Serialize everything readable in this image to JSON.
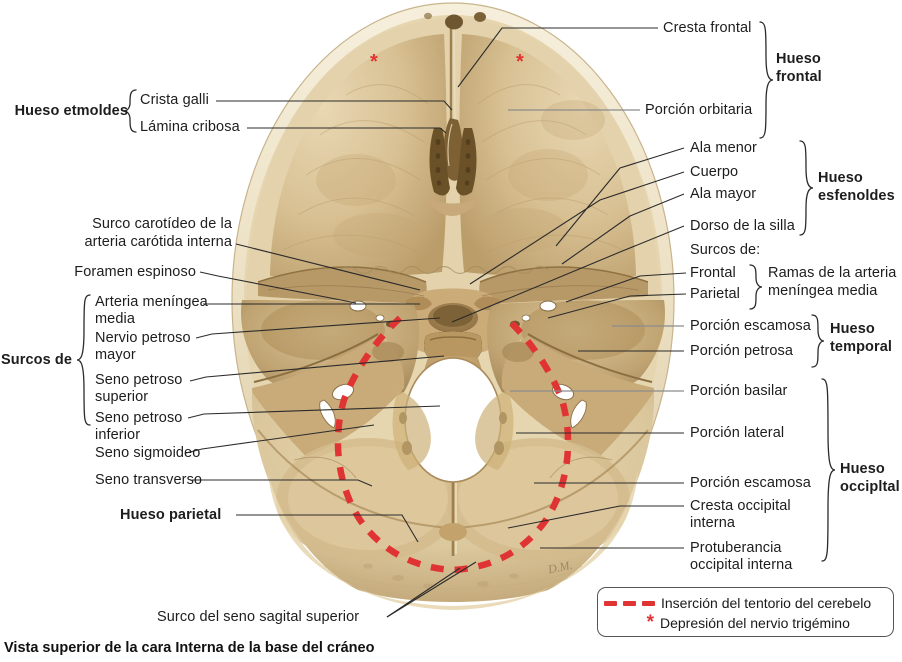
{
  "caption": "Vista superior de la cara Interna de la base del cráneo",
  "colors": {
    "red_dashed": "#e03434",
    "leader": "#2b2b2b",
    "leader_grey": "#8c8c8c",
    "bone_light": "#efe3c6",
    "bone_mid": "#d9c295",
    "bone_dark": "#a98b5c",
    "text": "#1d1d1d"
  },
  "groups": {
    "etmoides": {
      "title": "Hueso etmoldes",
      "side": "left"
    },
    "frontal": {
      "title_line1": "Hueso",
      "title_line2": "frontal",
      "side": "right"
    },
    "esfenoides": {
      "title_line1": "Hueso",
      "title_line2": "esfenoldes",
      "side": "right"
    },
    "temporal": {
      "title_line1": "Hueso",
      "title_line2": "temporal",
      "side": "right"
    },
    "occipital": {
      "title_line1": "Hueso",
      "title_line2": "occipltal",
      "side": "right"
    },
    "surcos_de_left": {
      "title": "Surcos de",
      "side": "left"
    },
    "surcos_de_right": {
      "title": "Surcos de:",
      "side": "right"
    },
    "ramas": {
      "title_line1": "Ramas de la arteria",
      "title_line2": "meníngea media",
      "side": "right"
    }
  },
  "labels_left": [
    {
      "id": "crista-galli",
      "text": "Crista galli"
    },
    {
      "id": "lamina-cribosa",
      "text": "Lámina cribosa"
    },
    {
      "id": "surco-carotideo",
      "line1": "Surco carotídeo de la",
      "line2": "arteria carótida interna"
    },
    {
      "id": "foramen-espinoso",
      "text": "Foramen espinoso"
    },
    {
      "id": "arteria-meningea-media",
      "line1": "Arteria meníngea",
      "line2": "media"
    },
    {
      "id": "nervio-petroso-mayor",
      "line1": "Nervio petroso",
      "line2": "mayor"
    },
    {
      "id": "seno-petroso-superior",
      "line1": "Seno petroso",
      "line2": "superior"
    },
    {
      "id": "seno-petroso-inferior",
      "line1": "Seno petroso",
      "line2": "inferior"
    },
    {
      "id": "seno-sigmoideo",
      "text": "Seno sigmoideo"
    },
    {
      "id": "seno-transverso",
      "text": "Seno transverso"
    },
    {
      "id": "hueso-parietal",
      "text": "Hueso parietal"
    },
    {
      "id": "surco-seno-sagital-superior",
      "text": "Surco del seno sagital superior"
    }
  ],
  "labels_right": [
    {
      "id": "cresta-frontal",
      "text": "Cresta frontal"
    },
    {
      "id": "porcion-orbitaria",
      "text": "Porción orbitaria"
    },
    {
      "id": "ala-menor",
      "text": "Ala menor"
    },
    {
      "id": "cuerpo",
      "text": "Cuerpo"
    },
    {
      "id": "ala-mayor",
      "text": "Ala mayor"
    },
    {
      "id": "dorso-de-la-silla",
      "text": "Dorso de la silla"
    },
    {
      "id": "surcos-de",
      "text": "Surcos de:"
    },
    {
      "id": "frontal",
      "text": "Frontal"
    },
    {
      "id": "parietal",
      "text": "Parietal"
    },
    {
      "id": "porcion-escamosa-temporal",
      "text": "Porción escamosa"
    },
    {
      "id": "porcion-petrosa",
      "text": "Porción petrosa"
    },
    {
      "id": "porcion-basilar",
      "text": "Porción basilar"
    },
    {
      "id": "porcion-lateral",
      "text": "Porción lateral"
    },
    {
      "id": "porcion-escamosa-occipital",
      "text": "Porción escamosa"
    },
    {
      "id": "cresta-occipital-interna",
      "line1": "Cresta occipital",
      "line2": "interna"
    },
    {
      "id": "protuberancia-occipital-interna",
      "line1": "Protuberancia",
      "line2": "occipital interna"
    }
  ],
  "legend": {
    "items": [
      {
        "id": "tentorio",
        "marker": "dashed-red-line",
        "text": "Inserción del tentorio del cerebelo"
      },
      {
        "id": "trigemino",
        "marker": "red-asterisk",
        "text": "Depresión del nervio trigémino"
      }
    ]
  },
  "illustration": {
    "signature": "D.M.",
    "asterisk_glyph": "*",
    "asterisk_count": 2
  }
}
